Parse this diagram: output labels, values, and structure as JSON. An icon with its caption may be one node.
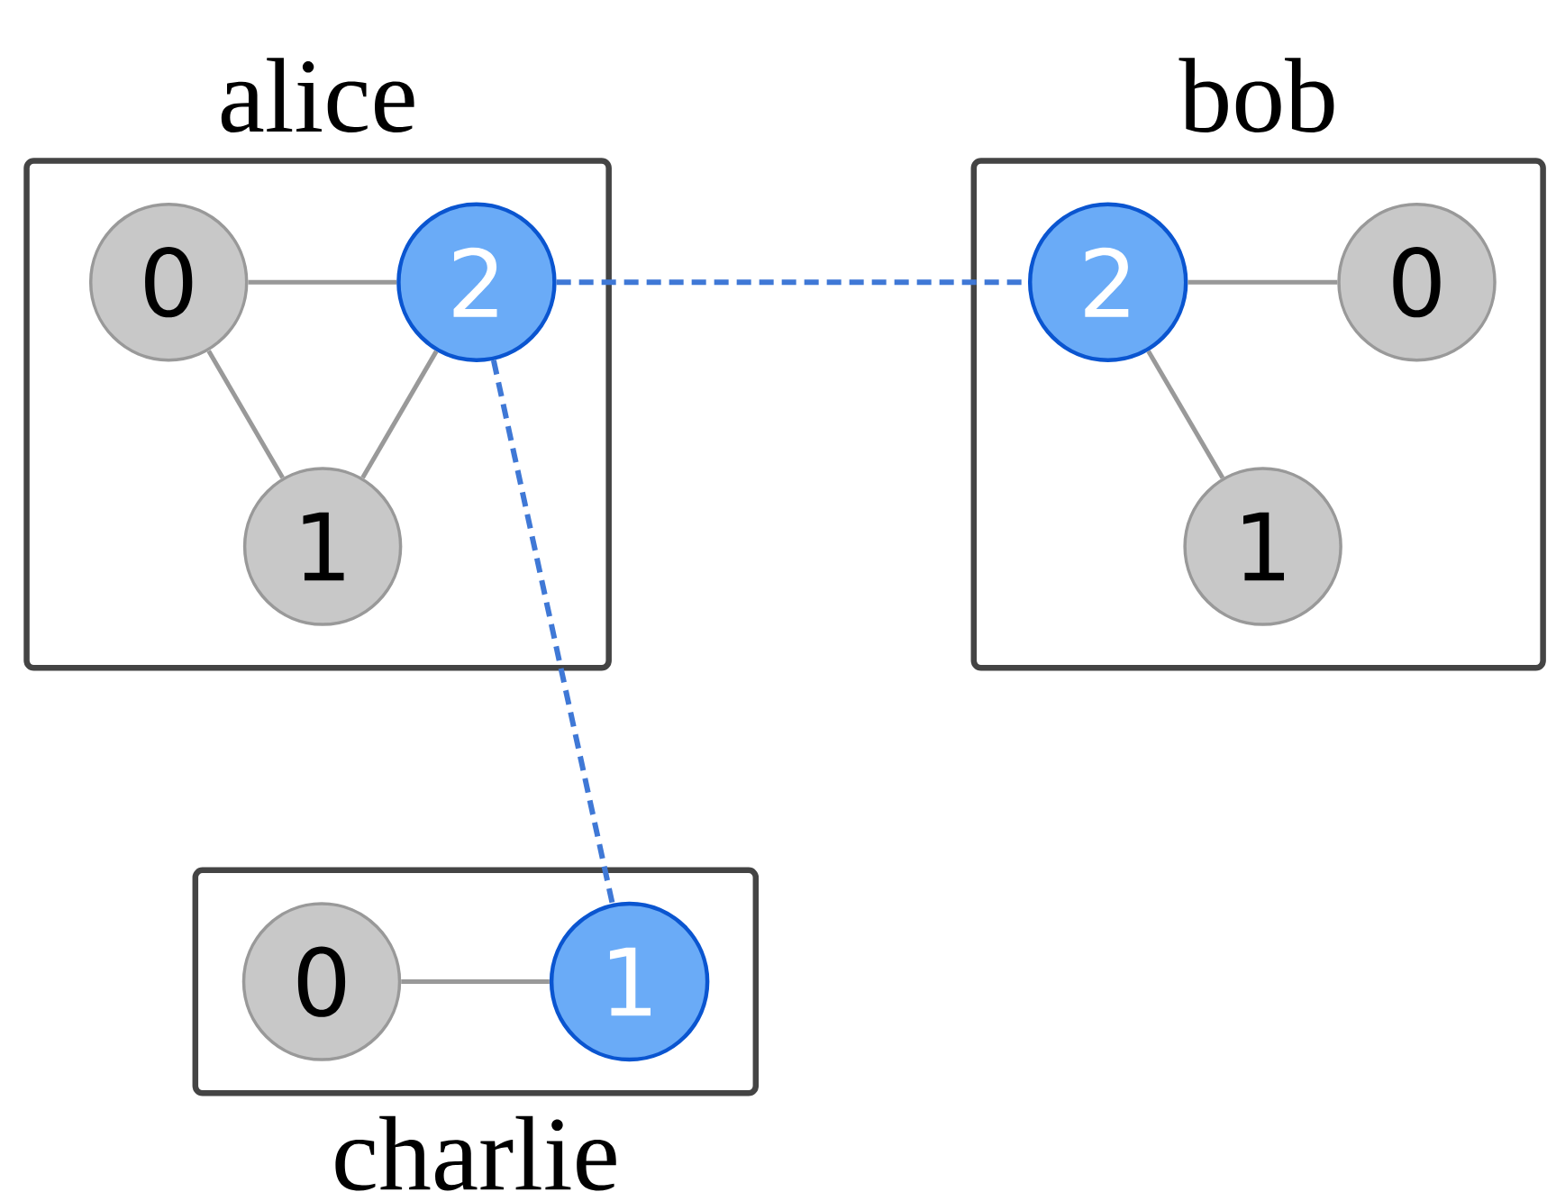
{
  "diagram": {
    "nodes": [
      {
        "text": [
          "alice"
        ]
      },
      {
        "text": [
          "0"
        ],
        "in": 0
      },
      {
        "text": [
          "2"
        ],
        "in": 0
      },
      {
        "text": [
          "1"
        ],
        "in": 0
      },
      {
        "text": [
          "bob"
        ]
      },
      {
        "text": [
          "2"
        ],
        "in": 4
      },
      {
        "text": [
          "0"
        ],
        "in": 4
      },
      {
        "text": [
          "1"
        ],
        "in": 4
      },
      {
        "text": [
          "charlie"
        ]
      },
      {
        "text": [
          "0"
        ],
        "in": 8
      },
      {
        "text": [
          "1"
        ],
        "in": 8
      }
    ],
    "edges": [
      {
        "from": 1,
        "to": 2,
        "arrow": "none"
      },
      {
        "from": 1,
        "to": 3,
        "arrow": "none"
      },
      {
        "from": 3,
        "to": 2,
        "arrow": "none"
      },
      {
        "from": 5,
        "to": 6,
        "arrow": "none"
      },
      {
        "from": 5,
        "to": 7,
        "arrow": "none"
      },
      {
        "from": 9,
        "to": 10,
        "arrow": "none"
      },
      {
        "from": 2,
        "to": 5,
        "arrow": "none",
        "style": "dashed",
        "color": "#3f78d6"
      },
      {
        "from": 2,
        "to": 10,
        "arrow": "none",
        "style": "dashed",
        "color": "#3f78d6"
      }
    ]
  }
}
